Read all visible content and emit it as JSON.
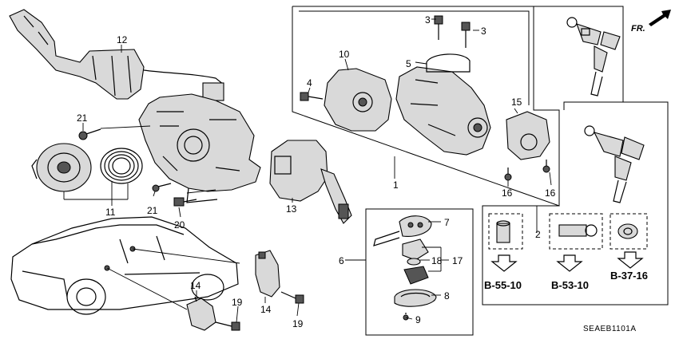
{
  "diagram": {
    "callouts": {
      "c1": "1",
      "c2": "2",
      "c3a": "3",
      "c3b": "3",
      "c4": "4",
      "c5": "5",
      "c6": "6",
      "c7": "7",
      "c8": "8",
      "c9": "9",
      "c10": "10",
      "c11": "11",
      "c12": "12",
      "c13": "13",
      "c14a": "14",
      "c14b": "14",
      "c15": "15",
      "c16a": "16",
      "c16b": "16",
      "c17": "17",
      "c18": "18",
      "c19a": "19",
      "c19b": "19",
      "c20": "20",
      "c21a": "21",
      "c21b": "21"
    },
    "references": {
      "r1": "B-55-10",
      "r2": "B-53-10",
      "r3": "B-37-16"
    },
    "direction_label": "FR.",
    "diagram_code": "SEAEB1101A"
  }
}
